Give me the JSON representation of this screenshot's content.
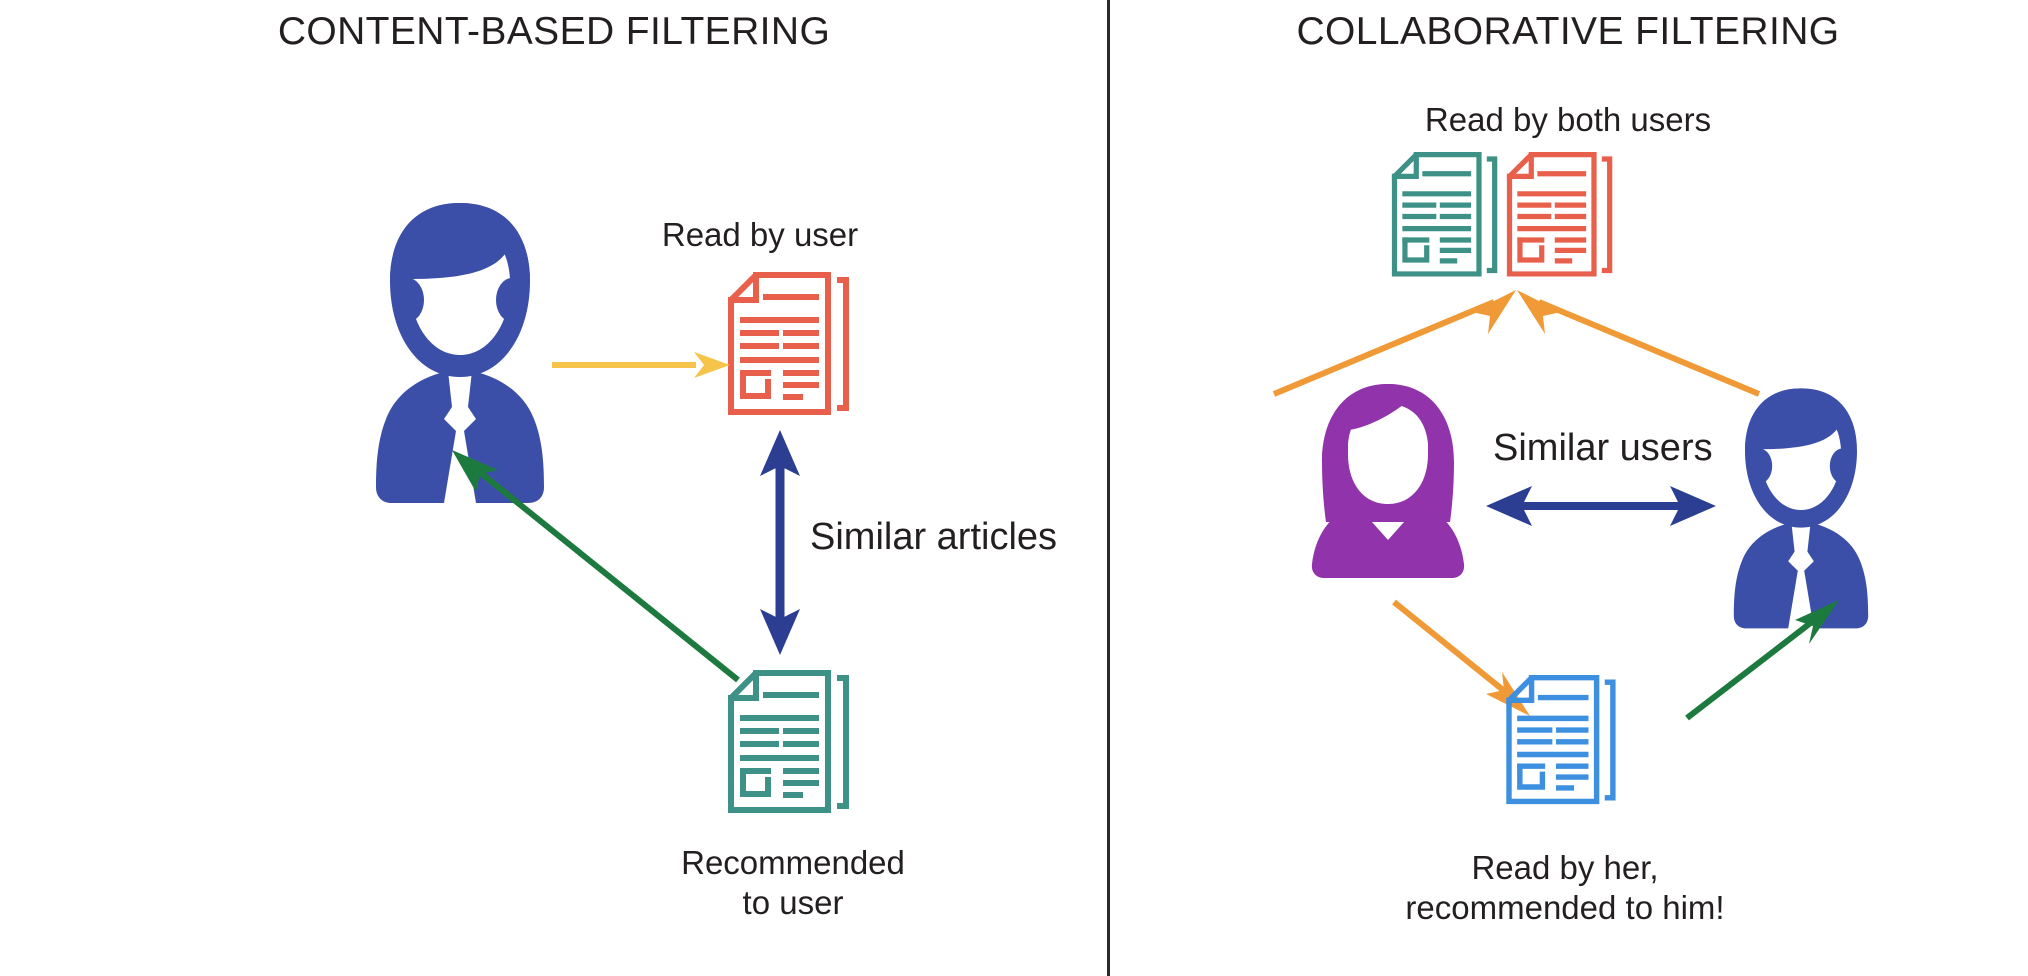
{
  "diagram": {
    "title_left": "CONTENT-BASED FILTERING",
    "title_right": "COLLABORATIVE FILTERING",
    "background": "#ffffff",
    "divider_color": "#2b2b2b"
  },
  "colors": {
    "user_blue": "#3c4fa8",
    "user_purple": "#9133ab",
    "doc_red": "#e8604c",
    "doc_teal": "#3e9186",
    "doc_blue": "#3d8fe0",
    "arrow_yellow": "#f6c44b",
    "arrow_orange": "#ef9a36",
    "arrow_navy": "#2c3e91",
    "arrow_green": "#1d7a3e",
    "text": "#231f20"
  },
  "left_panel": {
    "title": "CONTENT-BASED FILTERING",
    "nodes": [
      {
        "id": "user",
        "type": "person-male",
        "color": "#3c4fa8",
        "label": ""
      },
      {
        "id": "read_doc",
        "type": "document",
        "color": "#e8604c",
        "label": "Read by user"
      },
      {
        "id": "rec_doc",
        "type": "document",
        "color": "#3e9186",
        "label": "Recommended\nto user"
      }
    ],
    "labels": {
      "read_by_user": "Read by user",
      "recommended_to_user": "Recommended\nto user",
      "similar_articles": "Similar articles"
    },
    "edges": [
      {
        "from": "user",
        "to": "read_doc",
        "color": "#f6c44b",
        "style": "single-arrow",
        "direction": "right"
      },
      {
        "from": "read_doc",
        "to": "rec_doc",
        "color": "#2c3e91",
        "style": "double-arrow",
        "direction": "vertical",
        "label": "Similar articles"
      },
      {
        "from": "rec_doc",
        "to": "user",
        "color": "#1d7a3e",
        "style": "single-arrow",
        "direction": "diagonal-up-left"
      }
    ]
  },
  "right_panel": {
    "title": "COLLABORATIVE FILTERING",
    "nodes": [
      {
        "id": "shared_doc_teal",
        "type": "document",
        "color": "#3e9186"
      },
      {
        "id": "shared_doc_red",
        "type": "document",
        "color": "#e8604c"
      },
      {
        "id": "user_her",
        "type": "person-female",
        "color": "#9133ab"
      },
      {
        "id": "user_him",
        "type": "person-male",
        "color": "#3c4fa8"
      },
      {
        "id": "rec_doc_blue",
        "type": "document",
        "color": "#3d8fe0"
      }
    ],
    "labels": {
      "read_by_both_users": "Read by both users",
      "similar_users": "Similar users",
      "read_rec": "Read by her,\nrecommended to him!"
    },
    "edges": [
      {
        "from": "user_her",
        "to": "shared_docs",
        "color": "#ef9a36",
        "style": "single-arrow",
        "direction": "diagonal-up-right"
      },
      {
        "from": "user_him",
        "to": "shared_docs",
        "color": "#ef9a36",
        "style": "single-arrow",
        "direction": "diagonal-up-left"
      },
      {
        "from": "user_her",
        "to": "user_him",
        "color": "#2c3e91",
        "style": "double-arrow",
        "direction": "horizontal",
        "label": "Similar users"
      },
      {
        "from": "user_her",
        "to": "rec_doc_blue",
        "color": "#ef9a36",
        "style": "single-arrow",
        "direction": "diagonal-down-right"
      },
      {
        "from": "rec_doc_blue",
        "to": "user_him",
        "color": "#1d7a3e",
        "style": "single-arrow",
        "direction": "diagonal-up-right"
      }
    ]
  }
}
